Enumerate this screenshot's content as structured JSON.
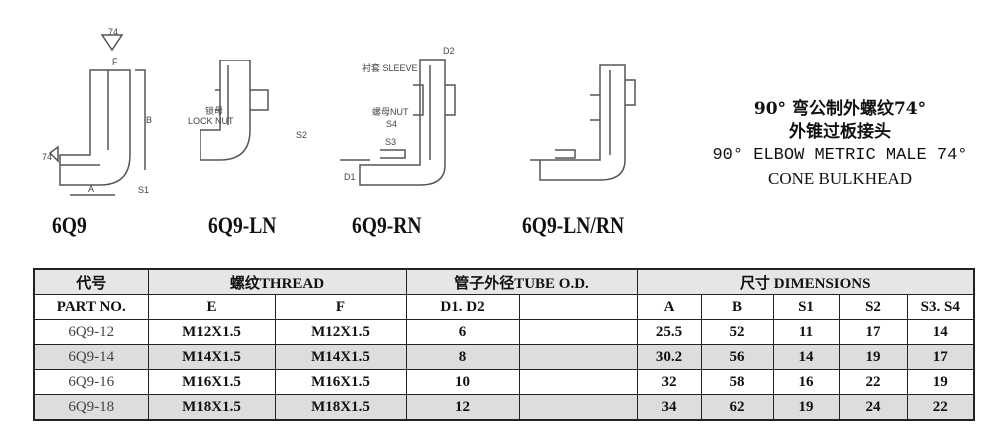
{
  "figures": [
    {
      "name": "6Q9",
      "callouts": [
        "74",
        "F",
        "74",
        "S1",
        "A",
        "B"
      ]
    },
    {
      "name": "6Q9-LN",
      "callouts": [
        "锁母",
        "LOCK NUT",
        "S2"
      ]
    },
    {
      "name": "6Q9-RN",
      "callouts": [
        "衬套 SLEEVE",
        "D2",
        "螺母NUT",
        "S4",
        "S3",
        "D1"
      ]
    },
    {
      "name": "6Q9-LN/RN",
      "callouts": []
    }
  ],
  "title": {
    "line1": "90° 弯公制外螺纹74°",
    "line2": "外锥过板接头",
    "line3": "90° ELBOW METRIC MALE 74°",
    "line4": "CONE BULKHEAD"
  },
  "table": {
    "header1": {
      "part": "代号",
      "thread": "螺纹THREAD",
      "tube": "管子外径TUBE O.D.",
      "dims": "尺寸  DIMENSIONS"
    },
    "header2": {
      "part": "PART NO.",
      "e": "E",
      "f": "F",
      "d": "D1. D2",
      "blank": "",
      "a": "A",
      "b": "B",
      "s1": "S1",
      "s2": "S2",
      "s34": "S3. S4"
    },
    "rows": [
      [
        "6Q9-12",
        "M12X1.5",
        "M12X1.5",
        "6",
        "",
        "25.5",
        "52",
        "11",
        "17",
        "14"
      ],
      [
        "6Q9-14",
        "M14X1.5",
        "M14X1.5",
        "8",
        "",
        "30.2",
        "56",
        "14",
        "19",
        "17"
      ],
      [
        "6Q9-16",
        "M16X1.5",
        "M16X1.5",
        "10",
        "",
        "32",
        "58",
        "16",
        "22",
        "19"
      ],
      [
        "6Q9-18",
        "M18X1.5",
        "M18X1.5",
        "12",
        "",
        "34",
        "62",
        "19",
        "24",
        "22"
      ]
    ]
  }
}
